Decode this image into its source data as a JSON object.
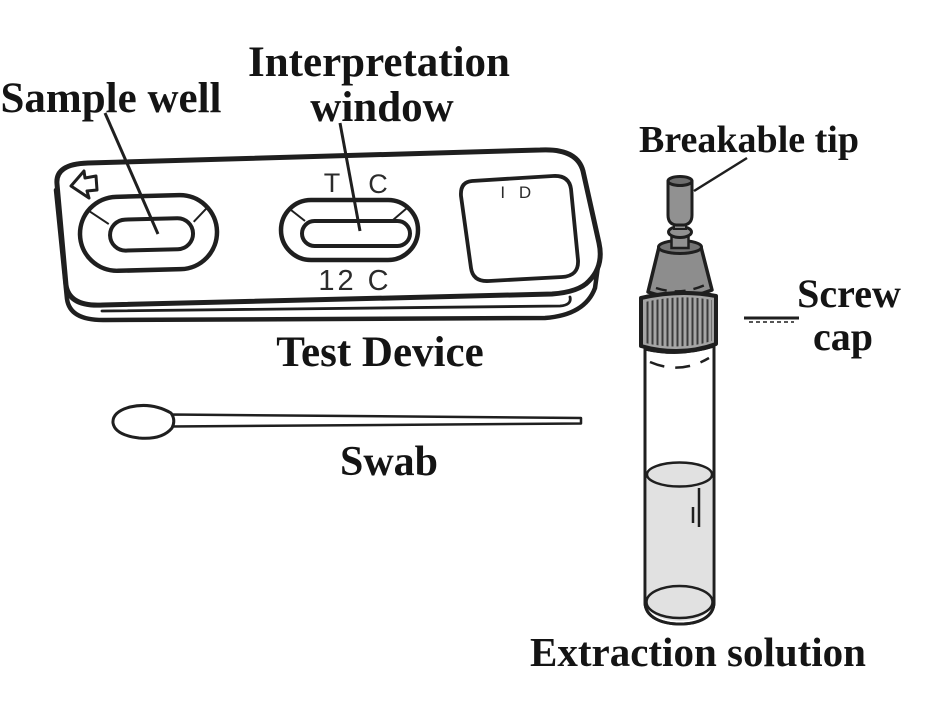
{
  "labels": {
    "sample_well": "Sample well",
    "interpretation_l1": "Interpretation",
    "interpretation_l2": "window",
    "test_device": "Test Device",
    "swab": "Swab",
    "breakable_tip": "Breakable tip",
    "screw_cap_l1": "Screw",
    "screw_cap_l2": "cap",
    "extraction_solution": "Extraction solution"
  },
  "device_print": {
    "t": "T",
    "c": "C",
    "result_row": "12 C",
    "id": "I D"
  },
  "colors": {
    "outline": "#1f1f1f",
    "tip_fill": "#919191",
    "tip_top": "#6e6e6e",
    "cone_fill": "#8d8d8d",
    "cone_top": "#757575",
    "cap_fill": "#a5a5a5",
    "rib_line": "#3a3a3a",
    "liquid_fill": "#e1e1e1",
    "background": "#ffffff"
  }
}
